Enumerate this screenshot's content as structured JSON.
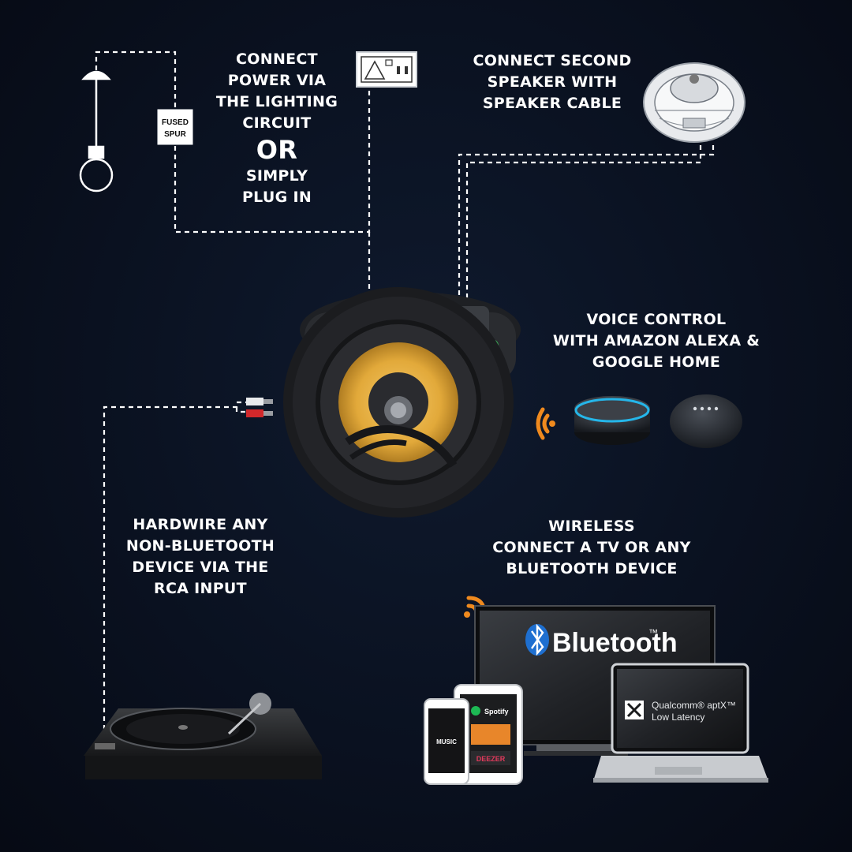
{
  "labels": {
    "power": [
      "CONNECT",
      "POWER VIA",
      "THE LIGHTING",
      "CIRCUIT"
    ],
    "or": "OR",
    "plug": [
      "SIMPLY",
      "PLUG IN"
    ],
    "second_speaker": [
      "CONNECT SECOND",
      "SPEAKER WITH",
      "SPEAKER CABLE"
    ],
    "voice": [
      "VOICE CONTROL",
      "WITH AMAZON ALEXA &",
      "GOOGLE HOME"
    ],
    "hardwire": [
      "HARDWIRE ANY",
      "NON-BLUETOOTH",
      "DEVICE VIA THE",
      "RCA INPUT"
    ],
    "wireless": [
      "WIRELESS",
      "CONNECT A TV OR ANY",
      "BLUETOOTH DEVICE"
    ]
  },
  "fused_spur": [
    "FUSED",
    "SPUR"
  ],
  "bluetooth_label": "Bluetooth",
  "bluetooth_tm": "™",
  "aptx": [
    "Qualcomm® aptX™",
    "Low Latency"
  ],
  "phone_app": "MUSIC",
  "tablet_app": "Spotify",
  "tablet_brand": "DEEZER",
  "colors": {
    "background": "#0a1120",
    "line": "#ffffff",
    "accent_orange": "#f08a1e",
    "speaker_cone": "#e8b341",
    "bluetooth_blue": "#1e6fd0"
  },
  "icons": [
    "ceiling-lamp-icon",
    "wall-socket-icon",
    "rca-plug-icon",
    "wifi-signal-icon",
    "bluetooth-icon"
  ]
}
